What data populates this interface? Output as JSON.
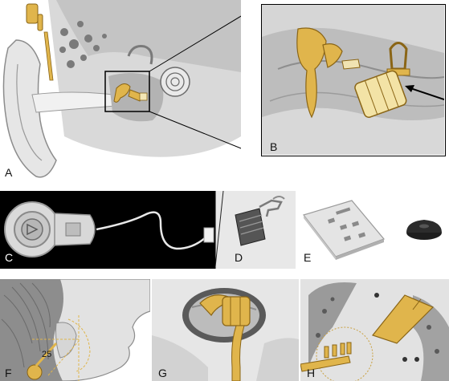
{
  "panels": [
    {
      "id": "A",
      "label": "A"
    },
    {
      "id": "B",
      "label": "B"
    },
    {
      "id": "C",
      "label": "C"
    },
    {
      "id": "D",
      "label": "D"
    },
    {
      "id": "E",
      "label": "E"
    },
    {
      "id": "F",
      "label": "F"
    },
    {
      "id": "G",
      "label": "G"
    },
    {
      "id": "H",
      "label": "H"
    }
  ],
  "annotations": {
    "angle_mark": "25"
  },
  "colors": {
    "implant_gold": "#e0b54c",
    "implant_outline": "#8a6516",
    "bone": "#cfcfcf",
    "bone_dark": "#7a7a7a",
    "background_black": "#000000",
    "skin": "#e2e2e2"
  }
}
